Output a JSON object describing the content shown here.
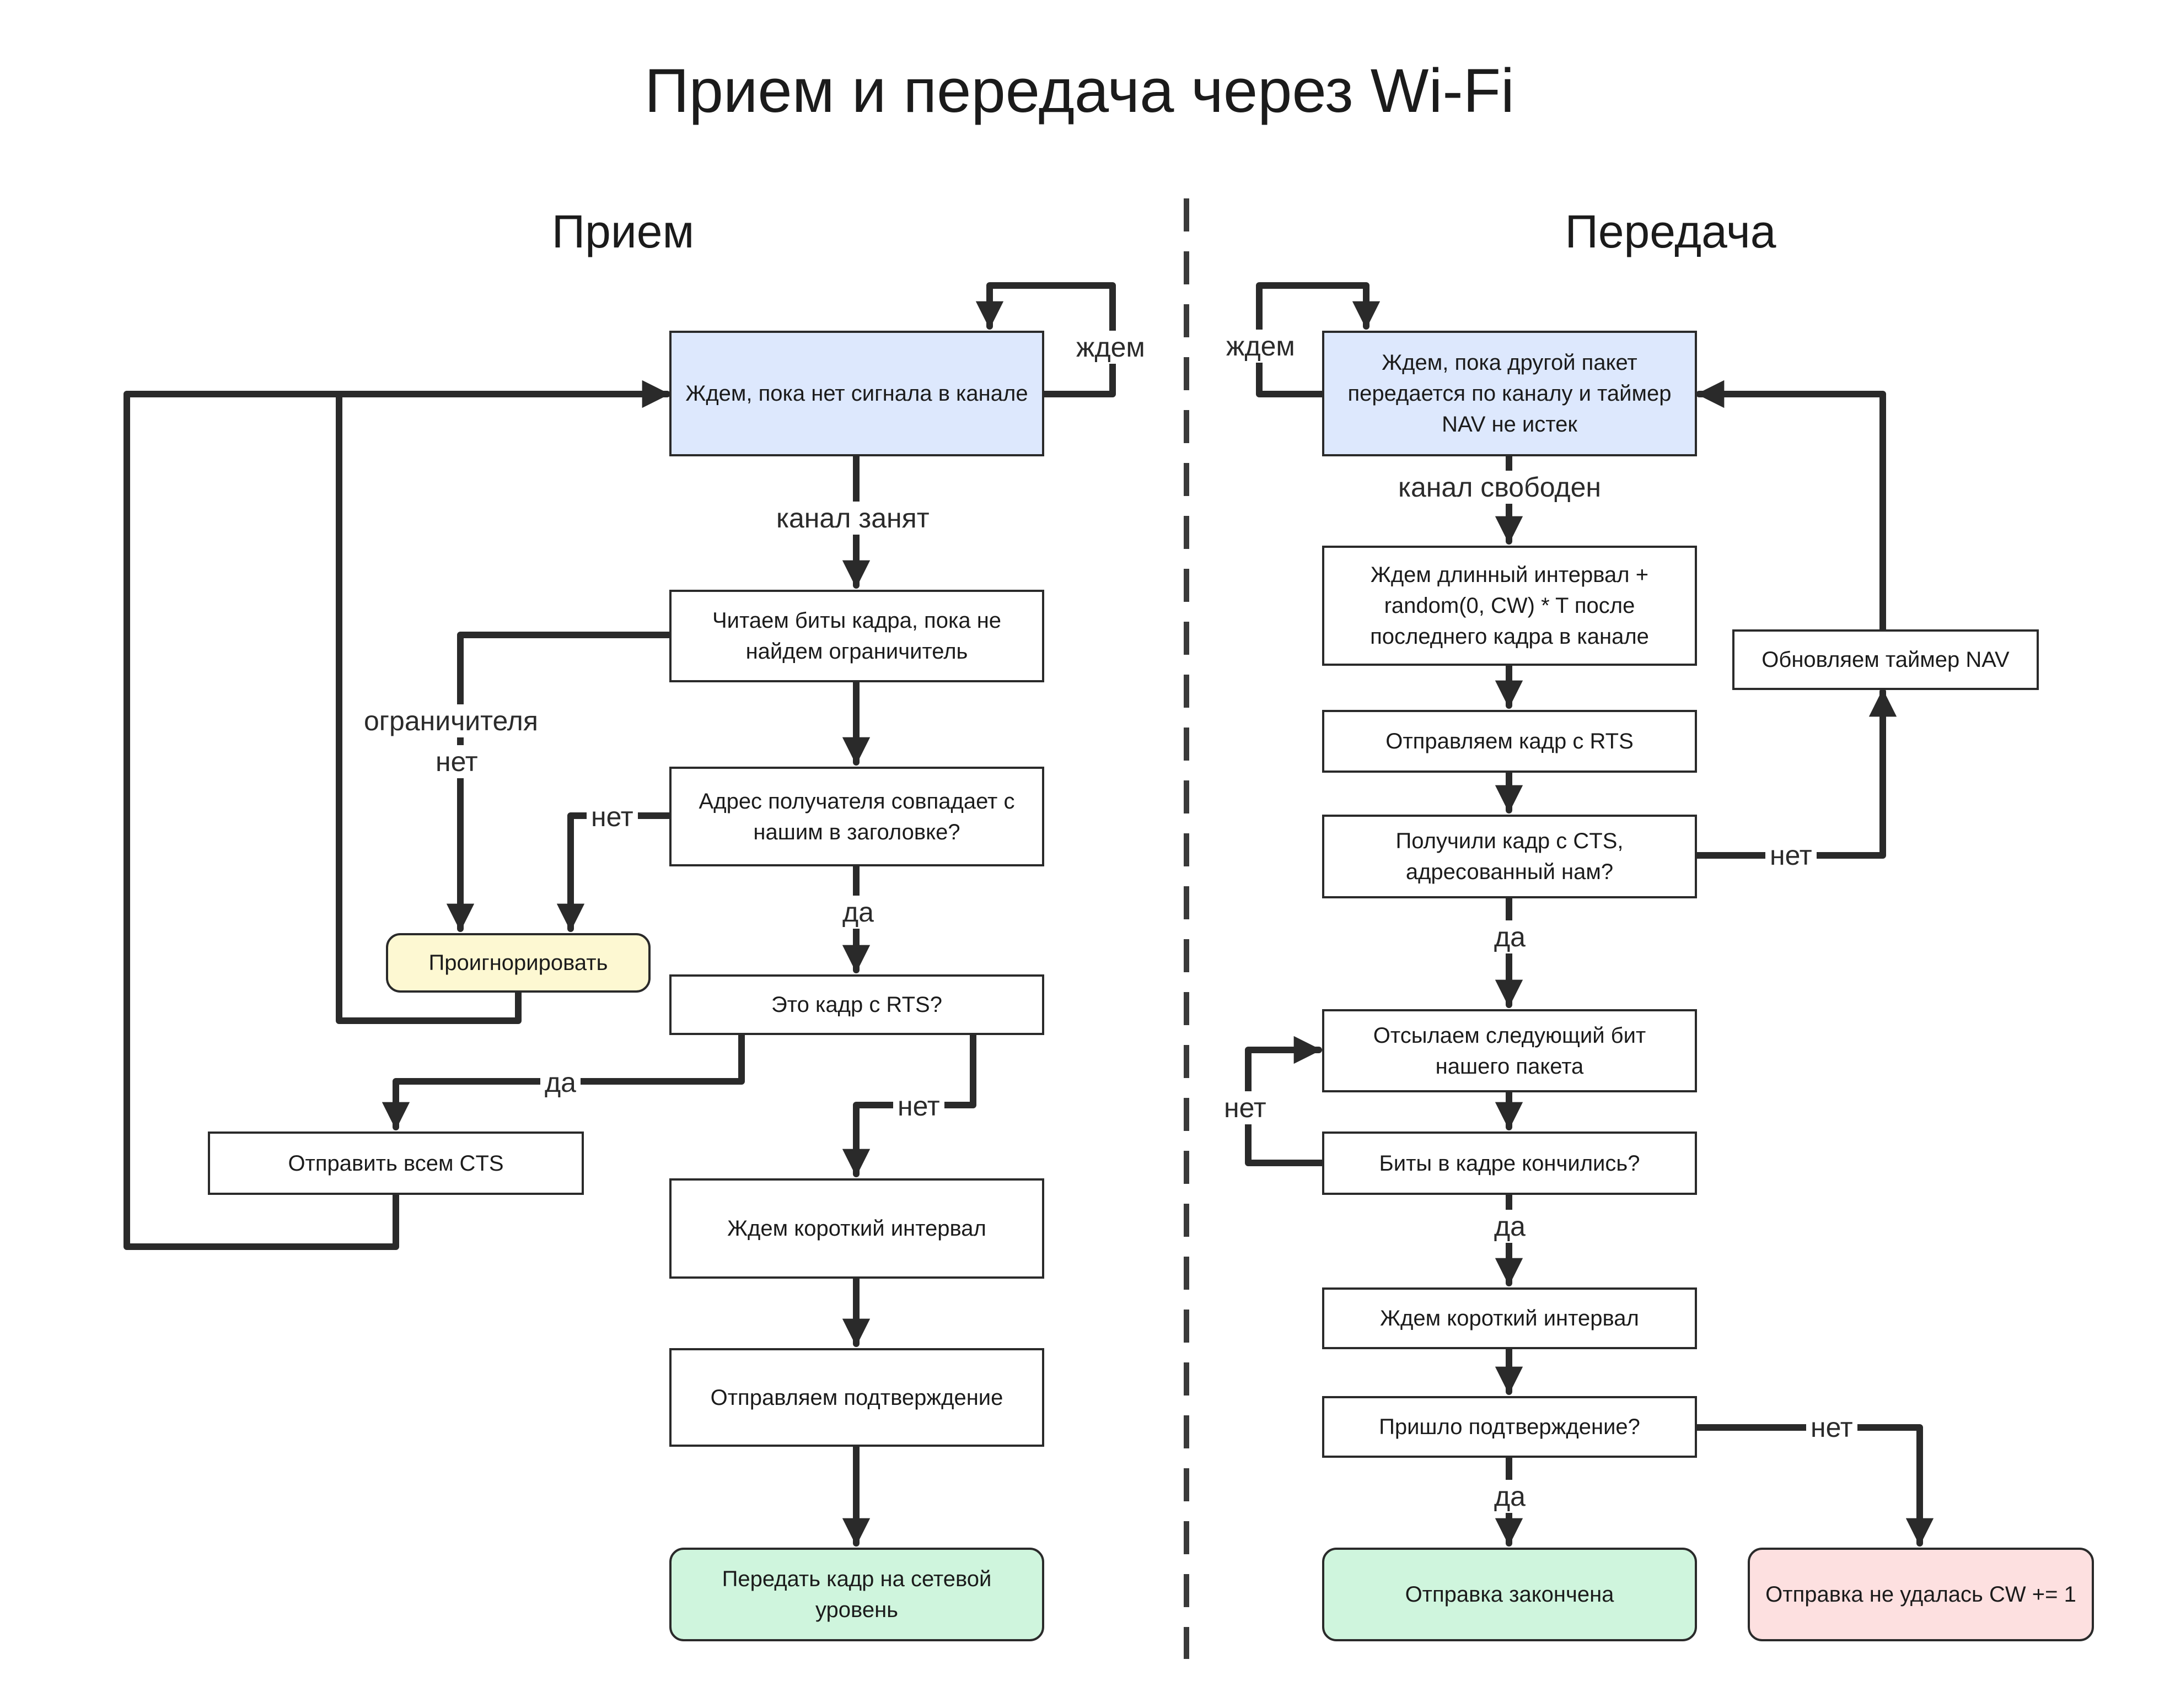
{
  "title": "Прием и передача через Wi-Fi",
  "sections": {
    "receive": "Прием",
    "transmit": "Передача"
  },
  "receive": {
    "wait_signal": "Ждем, пока нет сигнала в канале",
    "read_bits": "Читаем биты кадра, пока не найдем ограничитель",
    "address_match": "Адрес получателя совпадает с нашим в заголовке?",
    "ignore": "Проигнорировать",
    "is_rts": "Это кадр с RTS?",
    "send_cts_all": "Отправить всем CTS",
    "wait_short": "Ждем короткий интервал",
    "send_ack": "Отправляем подтверждение",
    "pass_up": "Передать кадр на сетевой уровень"
  },
  "transmit": {
    "wait_channel": "Ждем, пока другой пакет передается по каналу и таймер NAV не истек",
    "wait_long": "Ждем длинный интервал + random(0, CW) * T после последнего кадра в канале",
    "send_rts": "Отправляем кадр с RTS",
    "got_cts": "Получили кадр с CTS, адресованный нам?",
    "update_nav": "Обновляем таймер NAV",
    "send_bit": "Отсылаем следующий бит нашего пакета",
    "bits_done": "Биты в кадре кончились?",
    "wait_short": "Ждем короткий интервал",
    "ack_received": "Пришло подтверждение?",
    "done": "Отправка закончена",
    "failed": "Отправка не удалась CW += 1"
  },
  "edge_labels": {
    "r_wait": "ждем",
    "r_busy": "канал занят",
    "r_no_delim_line1": "ограничителя",
    "r_no_delim_line2": "нет",
    "r_no": "нет",
    "r_yes_addr": "да",
    "r_yes_rts": "да",
    "r_no_rts": "нет",
    "t_wait": "ждем",
    "t_free": "канал свободен",
    "t_no_cts": "нет",
    "t_yes_cts": "да",
    "t_no_bits": "нет",
    "t_yes_bits": "да",
    "t_yes_ack": "да",
    "t_no_ack": "нет"
  },
  "colors": {
    "start_node": "#dde8fd",
    "ignore_node": "#fdf8d2",
    "success_node": "#cff5dd",
    "failure_node": "#fde0e0",
    "arrow": "#2a2a2a"
  }
}
